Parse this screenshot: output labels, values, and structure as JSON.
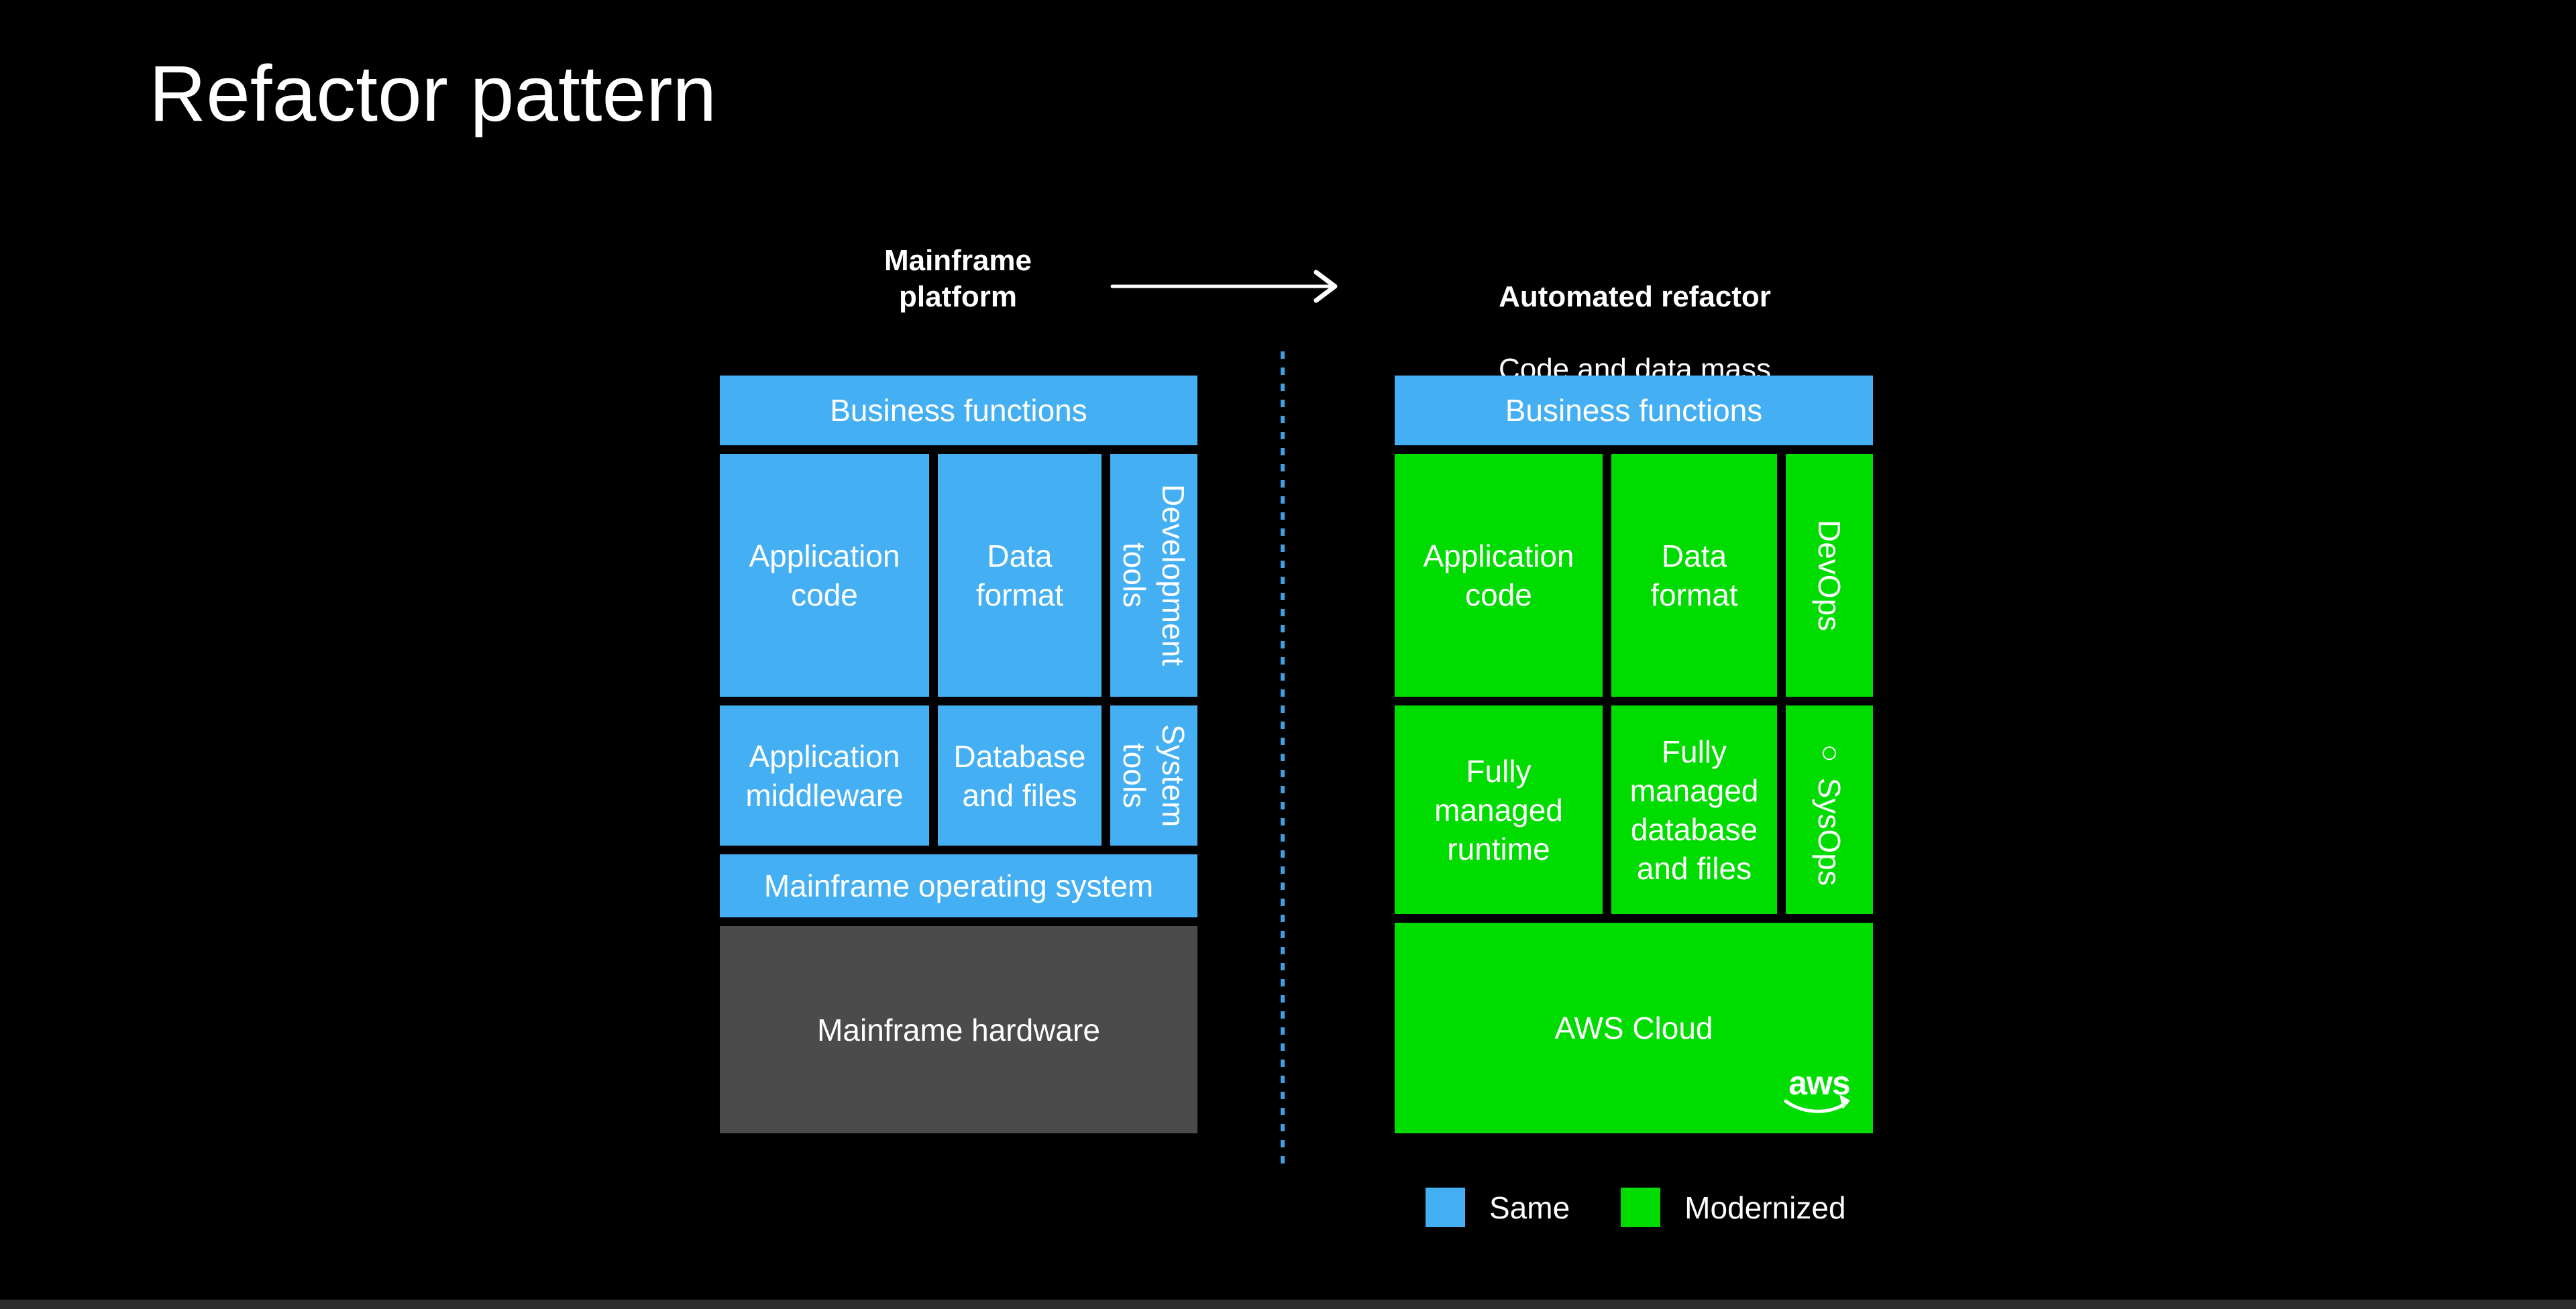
{
  "title": "Refactor pattern",
  "colors": {
    "same_blue": "#45AFF4",
    "modernized_green": "#00DB00",
    "hardware_gray": "#4B4B4B",
    "divider_blue": "#3E9FE3",
    "background": "#000000",
    "text": "#FFFFFF"
  },
  "left": {
    "heading": "Mainframe\nplatform",
    "header_box": "Business functions",
    "row1": [
      "Application\ncode",
      "Data\nformat",
      "Development\ntools"
    ],
    "row2": [
      "Application\nmiddleware",
      "Database\nand files",
      "System\ntools"
    ],
    "os_box": "Mainframe operating system",
    "hardware_box": "Mainframe hardware"
  },
  "right": {
    "heading_bold": "Automated refactor",
    "heading_rest": "Code and data mass\nmodernization",
    "header_box": "Business functions",
    "row1": [
      "Application\ncode",
      "Data\nformat",
      "DevOps"
    ],
    "row2": [
      "Fully\nmanaged\nruntime",
      "Fully\nmanaged\ndatabase\nand files",
      "○ SysOps"
    ],
    "cloud_box": "AWS Cloud",
    "aws_logo": "aws"
  },
  "legend": [
    {
      "label": "Same",
      "color": "#45AFF4"
    },
    {
      "label": "Modernized",
      "color": "#00DB00"
    }
  ]
}
